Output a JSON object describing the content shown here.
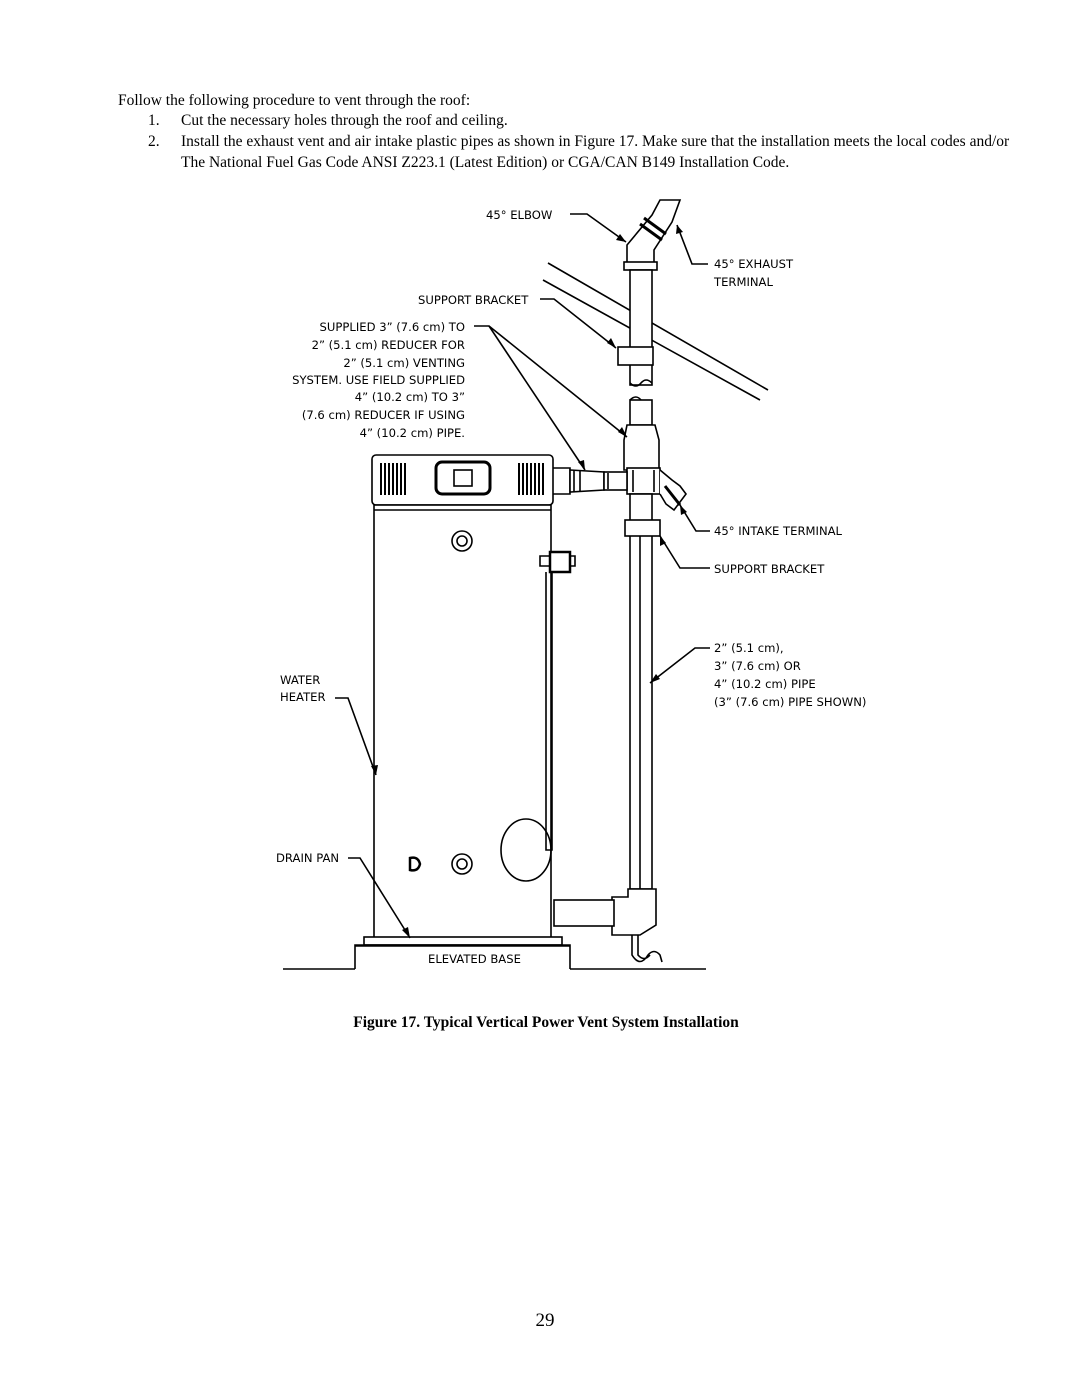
{
  "intro": "Follow the following procedure to vent through the roof:",
  "steps": [
    {
      "num": "1.",
      "text": "Cut the necessary holes through the roof and ceiling."
    },
    {
      "num": "2.",
      "text": "Install the exhaust vent and air intake plastic pipes as shown in Figure 17.  Make sure that the installation meets the local codes and/or The National Fuel Gas Code ANSI Z223.1 (Latest Edition) or CGA/CAN B149 Installation Code."
    }
  ],
  "diagram": {
    "labels": {
      "elbow": "45° ELBOW",
      "exhaust_1": "45° EXHAUST",
      "exhaust_2": "TERMINAL",
      "support_top": "SUPPORT BRACKET",
      "reducer": [
        "SUPPLIED 3” (7.6 cm) TO",
        "2” (5.1 cm) REDUCER FOR",
        "2” (5.1 cm) VENTING",
        "SYSTEM. USE FIELD SUPPLIED",
        "4” (10.2 cm) TO 3”",
        "(7.6 cm) REDUCER IF USING",
        "4” (10.2 cm) PIPE."
      ],
      "intake": "45° INTAKE TERMINAL",
      "support_bottom": "SUPPORT BRACKET",
      "pipe": [
        "2” (5.1 cm),",
        "3” (7.6 cm) OR",
        "4” (10.2 cm) PIPE",
        "(3” (7.6 cm) PIPE SHOWN)"
      ],
      "water_heater": [
        "WATER",
        "HEATER"
      ],
      "drain_pan": "DRAIN PAN",
      "elevated_base": "ELEVATED BASE"
    }
  },
  "caption": "Figure 17.  Typical Vertical Power Vent System Installation",
  "page_number": "29"
}
